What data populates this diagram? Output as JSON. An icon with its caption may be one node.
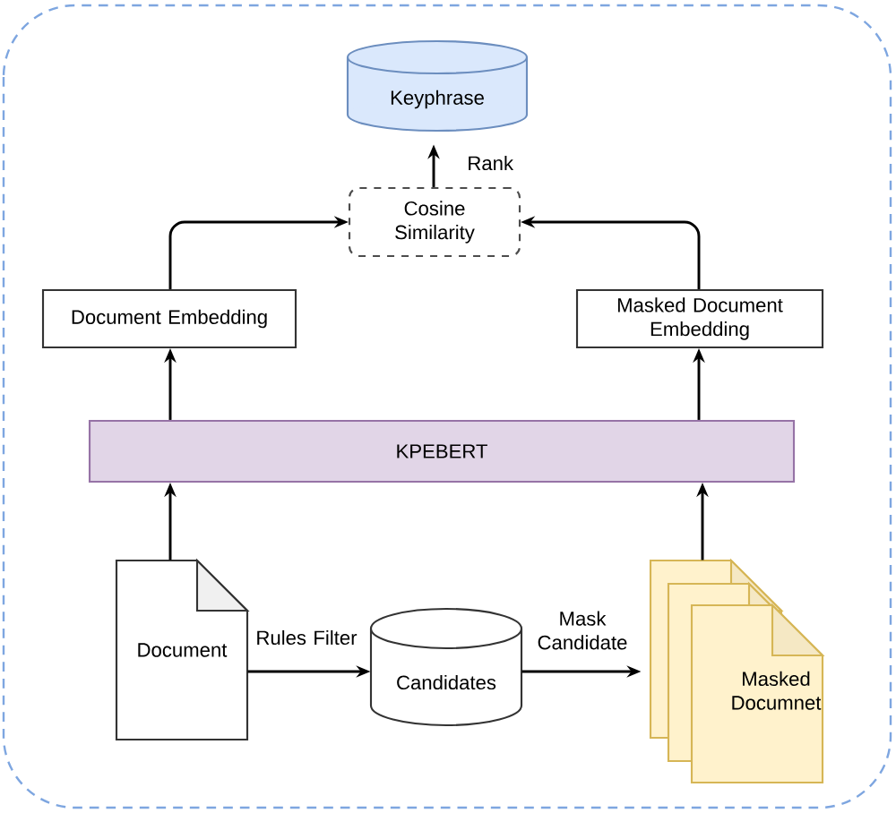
{
  "diagram": {
    "nodes": [
      {
        "text": [
          "Keyphrase"
        ]
      },
      {
        "text": [
          "Cosine Similarity"
        ]
      },
      {
        "text": [
          "Document Embedding"
        ]
      },
      {
        "text": [
          "Masked Document Embedding"
        ]
      },
      {
        "text": [
          "KPEBERT"
        ]
      },
      {
        "text": [
          "Document"
        ]
      },
      {
        "text": [
          "Candidates"
        ]
      },
      {
        "text": [
          "Masked Documnet"
        ]
      }
    ],
    "edges": [
      {
        "from": 1,
        "to": 0,
        "arrow": "to",
        "label": "Rank"
      },
      {
        "from": 2,
        "to": 1,
        "arrow": "to"
      },
      {
        "from": 3,
        "to": 1,
        "arrow": "to"
      },
      {
        "from": 4,
        "to": 2,
        "arrow": "to"
      },
      {
        "from": 4,
        "to": 3,
        "arrow": "to"
      },
      {
        "from": 5,
        "to": 4,
        "arrow": "to"
      },
      {
        "from": 7,
        "to": 4,
        "arrow": "to"
      },
      {
        "from": 5,
        "to": 6,
        "arrow": "to",
        "label": "Rules Filter"
      },
      {
        "from": 6,
        "to": 7,
        "arrow": "to",
        "label": "Mask Candidate"
      }
    ]
  }
}
